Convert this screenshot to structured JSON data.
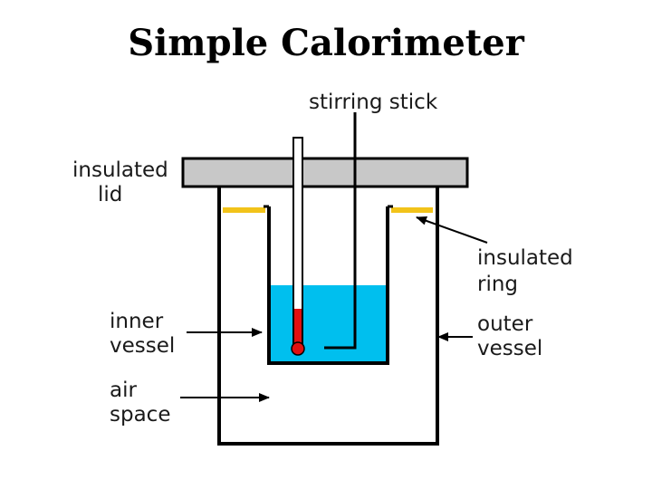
{
  "title": "Simple Calorimeter",
  "labels": {
    "stirring_stick": "stirring stick",
    "insulated_lid": [
      "insulated",
      "lid"
    ],
    "insulated_ring": [
      "insulated",
      "ring"
    ],
    "inner_vessel": [
      "inner",
      "vessel"
    ],
    "outer_vessel": [
      "outer",
      "vessel"
    ],
    "air_space": [
      "air",
      "space"
    ]
  },
  "colors": {
    "lid": "#c8c8c8",
    "water": "#00bfee",
    "ring": "#f2c31a",
    "mercury": "#e01010",
    "line": "#000000"
  }
}
